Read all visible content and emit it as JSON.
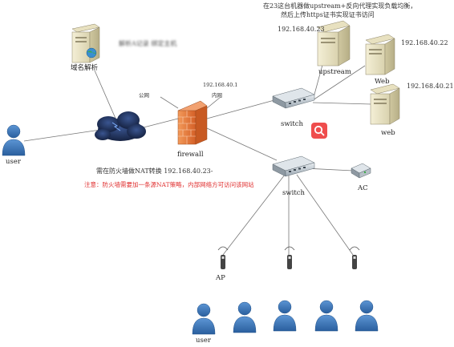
{
  "annotations": {
    "top_note_line1": "在23这台机器做upstream+反向代理实现负载均衡，",
    "top_note_line2": "然后上传https证书实现证书访问",
    "dns_note": "解析A记录  绑定主机",
    "nat_note": "需在防火墙做NAT转换 192.168.40.23-",
    "warning_note": "注意：防火墙需要加一条源NAT策略，内部网络方可访问该网站",
    "public_label": "公网",
    "internal_label": "内网",
    "fw_ip": "192.168.40.1"
  },
  "nodes": {
    "dns": "域名解析",
    "firewall": "firewall",
    "switch_top": "switch",
    "switch_bottom": "switch",
    "upstream_server": "upstream",
    "upstream_ip": "192.168.40.23",
    "web_server_1": "Web",
    "web_ip_1": "192.168.40.22",
    "web_server_2": "web",
    "web_ip_2": "192.168.40.21",
    "user_left": "user",
    "ac": "AC",
    "ap": "AP",
    "user_bottom": "user"
  },
  "colors": {
    "user_blue": "#2f6fb3",
    "firewall_orange": "#e8783a",
    "warning_red": "#e03030",
    "search_button": "#ef4d4d",
    "cloud_navy": "#1b2a4f"
  },
  "icons": {
    "search": "search-icon"
  }
}
